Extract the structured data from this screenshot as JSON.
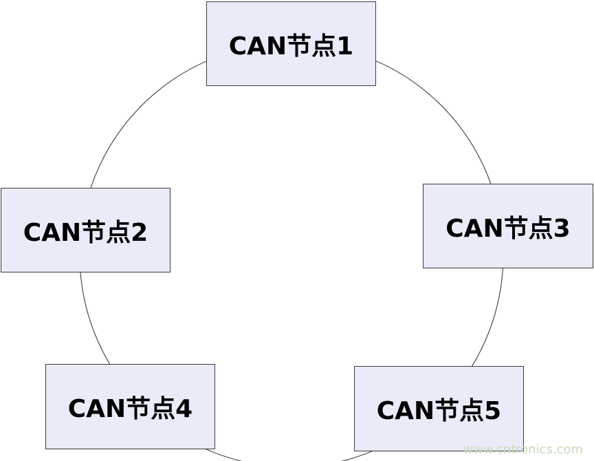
{
  "diagram": {
    "nodes": [
      {
        "label": "CAN节点1"
      },
      {
        "label": "CAN节点2"
      },
      {
        "label": "CAN节点3"
      },
      {
        "label": "CAN节点4"
      },
      {
        "label": "CAN节点5"
      }
    ],
    "node_fill": "#e9ecf8",
    "node_border": "#3a3a3a",
    "ring_color": "#4a4a4a"
  },
  "watermark": "www.cntronics.com"
}
